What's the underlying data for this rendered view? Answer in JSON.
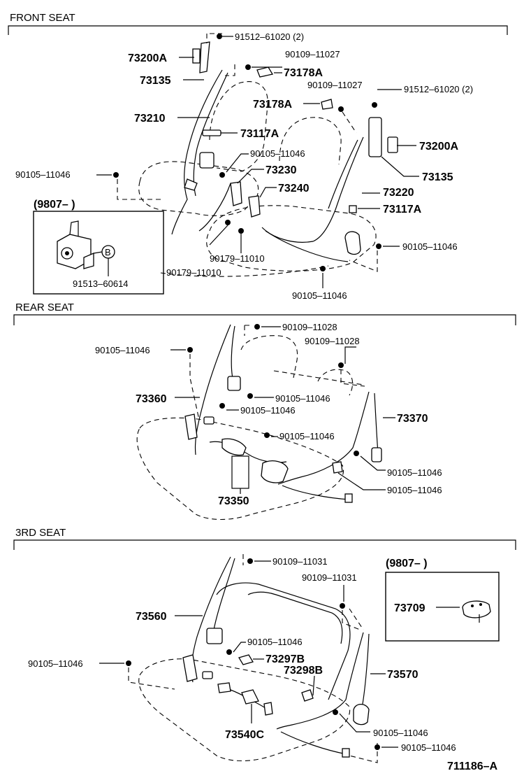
{
  "sections": {
    "front": "FRONT  SEAT",
    "rear": "REAR  SEAT",
    "third": "3RD  SEAT"
  },
  "front": {
    "p_91512_top": "91512–61020 (2)",
    "p_73200A_l": "73200A",
    "p_90109_11027_a": "90109–11027",
    "p_73178A_a": "73178A",
    "p_73135_l": "73135",
    "p_90109_11027_b": "90109–11027",
    "p_91512_r": "91512–61020 (2)",
    "p_73178A_b": "73178A",
    "p_73210": "73210",
    "p_73117A_a": "73117A",
    "p_73200A_r": "73200A",
    "p_90105_a": "90105–11046",
    "p_73230": "73230",
    "p_90105_left": "90105–11046",
    "p_73135_r": "73135",
    "p_73240": "73240",
    "p_73220": "73220",
    "p_73117A_b": "73117A",
    "p_90105_r": "90105–11046",
    "p_90179_a": "90179–11010",
    "p_90179_b": "90179–11010",
    "p_90105_bot": "90105–11046",
    "inset_date": "(9807–        )",
    "inset_circle": "B",
    "inset_part": "91513–60614"
  },
  "rear": {
    "p_90109_11028_a": "90109–11028",
    "p_90109_11028_b": "90109–11028",
    "p_90105_l": "90105–11046",
    "p_73360": "73360",
    "p_90105_a": "90105–11046",
    "p_90105_b": "90105–11046",
    "p_73370": "73370",
    "p_90105_c": "90105–11046",
    "p_90105_d": "90105–11046",
    "p_90105_e": "90105–11046",
    "p_73350": "73350"
  },
  "third": {
    "p_90109_11031_a": "90109–11031",
    "p_90109_11031_b": "90109–11031",
    "inset_date": "(9807–        )",
    "inset_part": "73709",
    "p_73560": "73560",
    "p_90105_a": "90105–11046",
    "p_73297B": "73297B",
    "p_90105_l": "90105–11046",
    "p_73298B": "73298B",
    "p_73570": "73570",
    "p_73540C": "73540C",
    "p_90105_b": "90105–11046",
    "p_90105_c": "90105–11046"
  },
  "figure_id": "711186–A"
}
